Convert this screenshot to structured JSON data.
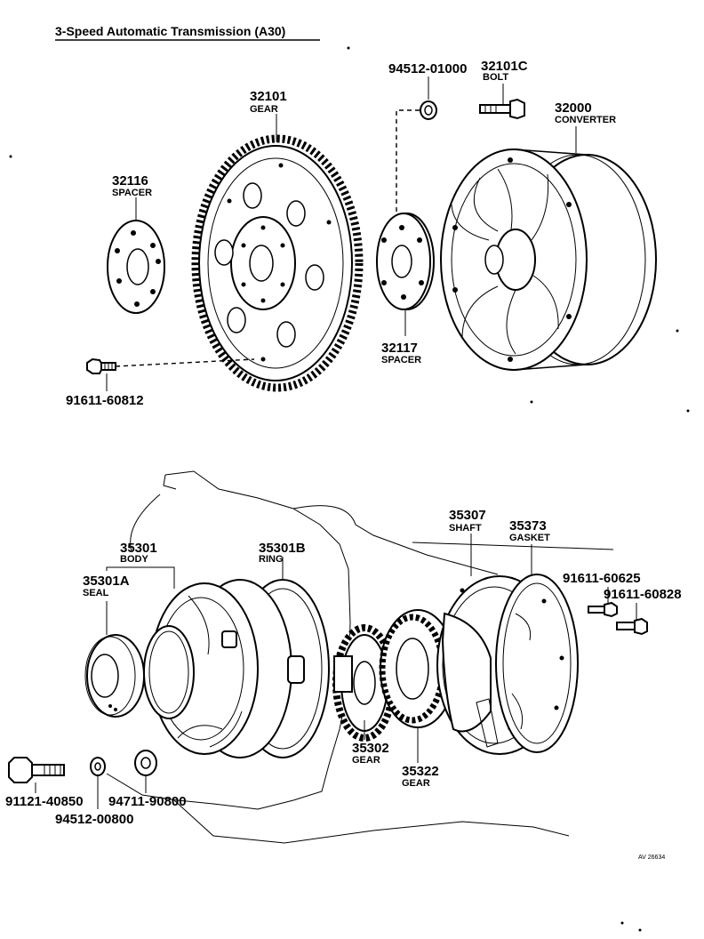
{
  "title": "3-Speed Automatic Transmission (A30)",
  "footer_code": "AV 26634",
  "parts": {
    "p32101": {
      "number": "32101",
      "name": "GEAR"
    },
    "p32116": {
      "number": "32116",
      "name": "SPACER"
    },
    "p94512_01000": {
      "number": "94512-01000"
    },
    "p32101C": {
      "number": "32101C",
      "name": "BOLT"
    },
    "p32000": {
      "number": "32000",
      "name": "CONVERTER"
    },
    "p32117": {
      "number": "32117",
      "name": "SPACER"
    },
    "p91611_60812": {
      "number": "91611-60812"
    },
    "p35301": {
      "number": "35301",
      "name": "BODY"
    },
    "p35301B": {
      "number": "35301B",
      "name": "RING"
    },
    "p35301A": {
      "number": "35301A",
      "name": "SEAL"
    },
    "p35307": {
      "number": "35307",
      "name": "SHAFT"
    },
    "p35373": {
      "number": "35373",
      "name": "GASKET"
    },
    "p91611_60625": {
      "number": "91611-60625"
    },
    "p91611_60828": {
      "number": "91611-60828"
    },
    "p35302": {
      "number": "35302",
      "name": "GEAR"
    },
    "p35322": {
      "number": "35322",
      "name": "GEAR"
    },
    "p91121_40850": {
      "number": "91121-40850"
    },
    "p94711_90800": {
      "number": "94711-90800"
    },
    "p94512_00800": {
      "number": "94512-00800"
    }
  }
}
